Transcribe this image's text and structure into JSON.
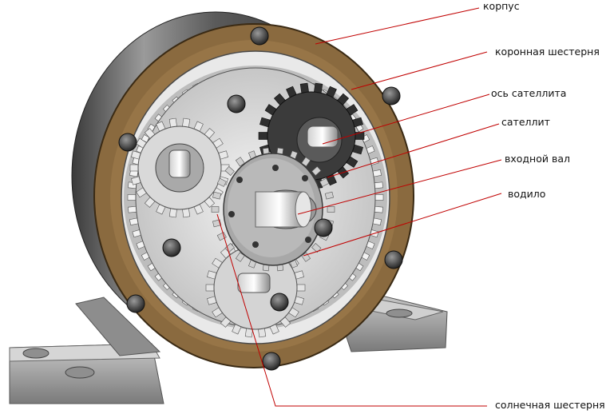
{
  "labels": {
    "housing": "корпус",
    "ring_gear": "коронная шестерня",
    "planet_axle": "ось сателлита",
    "planet_gear": "сателлит",
    "input_shaft": "входной вал",
    "carrier": "водило",
    "sun_gear": "солнечная шестерня"
  },
  "colors": {
    "leader_line": "#c00000",
    "housing_rim": "#8a6a3f",
    "metal_dark": "#4a4a4a",
    "metal_light": "#d8d8d8"
  }
}
